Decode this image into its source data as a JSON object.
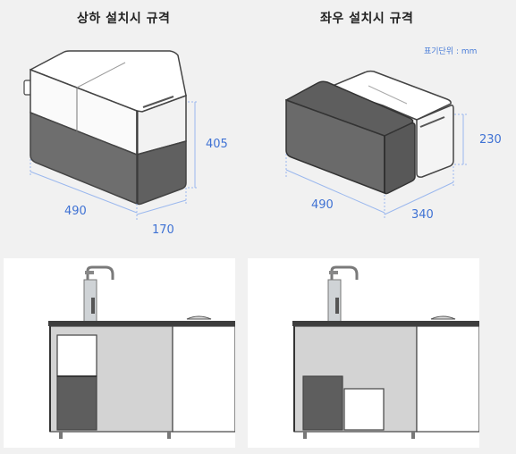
{
  "vertical": {
    "title": "상하 설치시 규격",
    "width": "490",
    "depth": "170",
    "height": "405"
  },
  "horizontal": {
    "title": "좌우 설치시 규격",
    "unit": "표기단위 : mm",
    "width": "490",
    "depth": "340",
    "height": "230"
  },
  "colors": {
    "dimension": "#3f72d4",
    "unit_dark": "#5e5e5e",
    "unit_light": "#ffffff",
    "cabinet": "#d3d3d3"
  }
}
